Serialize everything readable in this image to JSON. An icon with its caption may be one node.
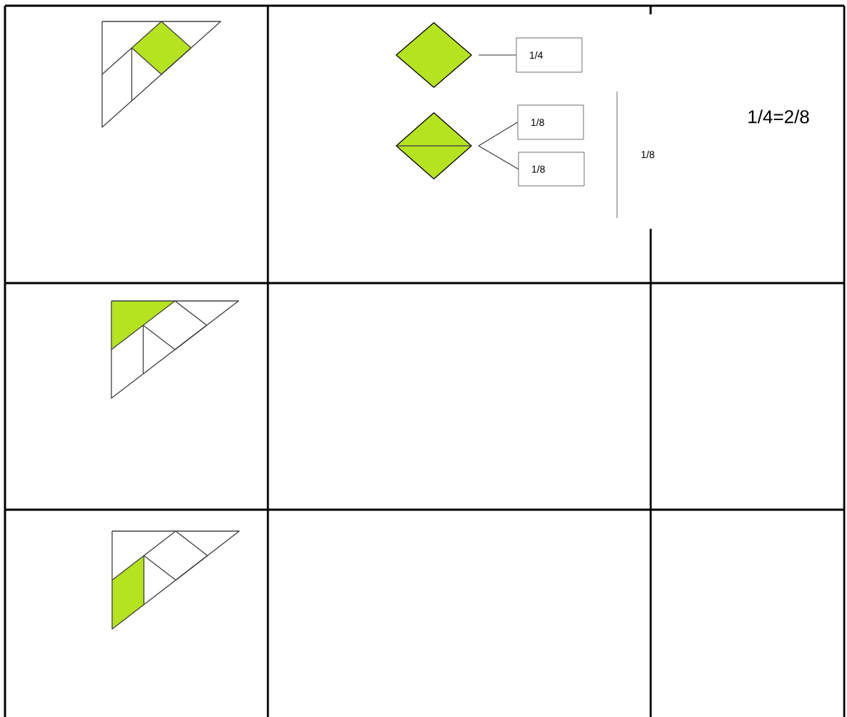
{
  "diagram": {
    "nodes": [
      {
        "text": [],
        "shape": "diamond"
      },
      {
        "text": [
          "1/4"
        ]
      },
      {
        "text": [],
        "shape": "diamond"
      },
      {
        "text": [
          "1/8"
        ]
      },
      {
        "text": [
          "1/8"
        ]
      }
    ],
    "edges": [
      {
        "from": 0,
        "to": 1,
        "arrow": "none"
      },
      {
        "from": 2,
        "to": 3,
        "arrow": "none"
      },
      {
        "from": 2,
        "to": 4,
        "arrow": "none"
      }
    ],
    "labels": [
      "1/8",
      "1/4=2/8"
    ]
  }
}
